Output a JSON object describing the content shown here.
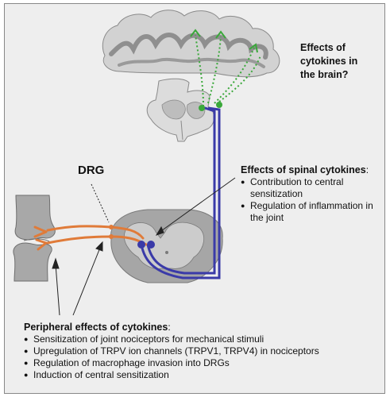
{
  "brain": {
    "title_line1": "Effects of",
    "title_line2": "cytokines in",
    "title_line3": "the brain?"
  },
  "drg": {
    "label": "DRG"
  },
  "spinal": {
    "heading": "Effects of spinal cytokines",
    "colon": ":",
    "items": [
      {
        "text": "Contribution to central sensitization"
      },
      {
        "text": "Regulation of inflammation in the joint"
      }
    ]
  },
  "peripheral": {
    "heading": "Peripheral effects of cytokines",
    "colon": ":",
    "items": [
      {
        "text": "Sensitization of joint nociceptors for mechanical stimuli"
      },
      {
        "text": "Upregulation of TRPV ion channels (TRPV1, TRPV4) in nociceptors"
      },
      {
        "text": "Regulation of macrophage invasion into DRGs"
      },
      {
        "text": "Induction of central sensitization"
      }
    ]
  },
  "colors": {
    "panel_background": "#eeeeee",
    "primary_afferent": "#e07b39",
    "spinal_projection": "#3a3aa8",
    "brain_projection": "#3aa83a",
    "tissue_gray": "#a6a6a6",
    "gray_matter": "#bdbdbd"
  }
}
